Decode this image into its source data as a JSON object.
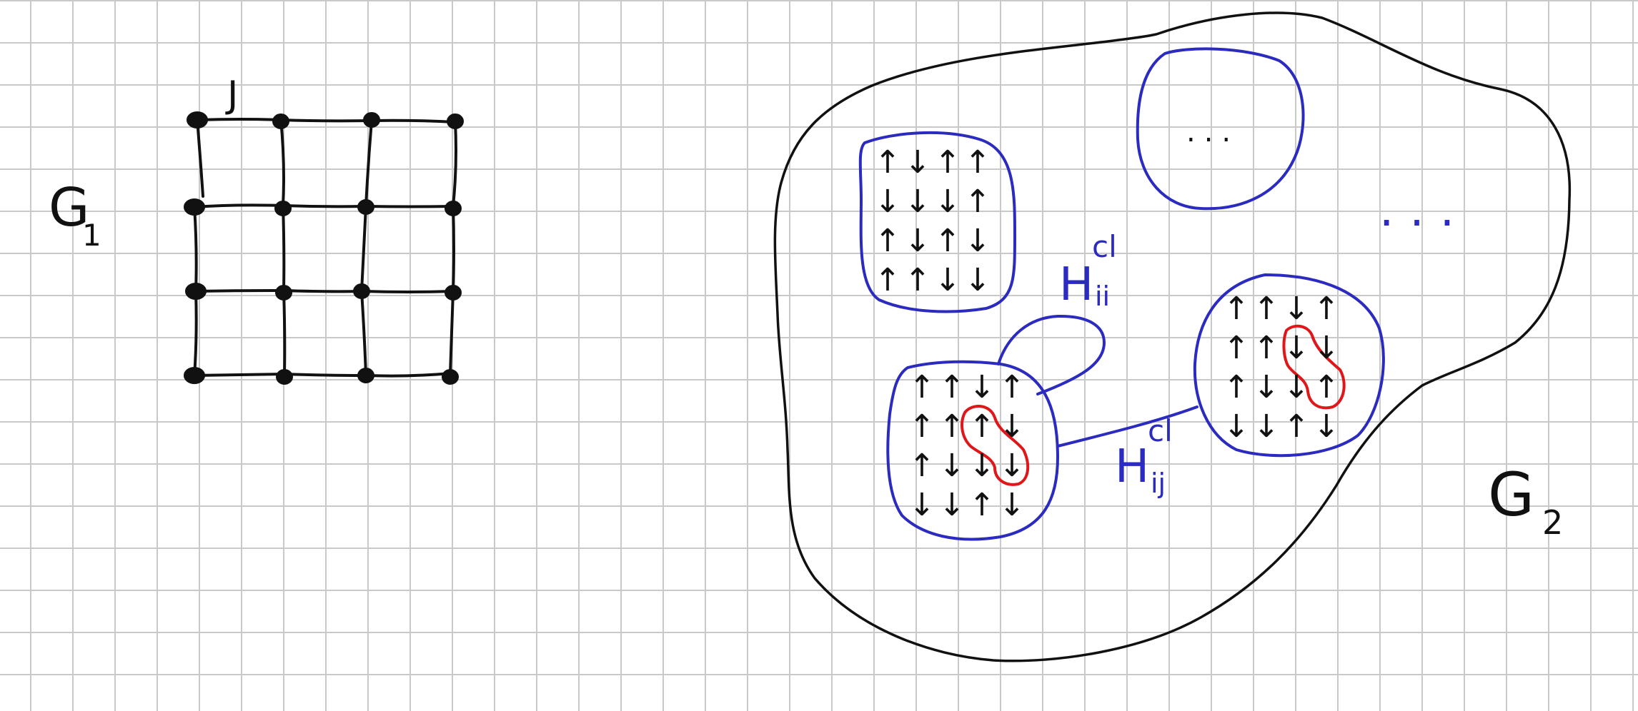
{
  "colors": {
    "ink": "#111111",
    "blue": "#2b2bbf",
    "red": "#e0171a",
    "grid": "#c9c9c9"
  },
  "graph1": {
    "label": "G",
    "label_sub": "1",
    "coupling_label": "J",
    "rows": 4,
    "cols": 4
  },
  "graph2": {
    "label": "G",
    "label_sub": "2",
    "ellipsis_blob": "...",
    "ellipsis_outside": "...",
    "self_edge_label": "H",
    "self_edge_sup": "cl",
    "self_edge_sub": "ii",
    "link_label": "H",
    "link_sup": "cl",
    "link_sub": "ij",
    "spin_blocks": [
      {
        "name": "top-left",
        "spins": [
          [
            "↑",
            "↓",
            "↑",
            "↑"
          ],
          [
            "↓",
            "↓",
            "↓",
            "↑"
          ],
          [
            "↑",
            "↓",
            "↑",
            "↓"
          ],
          [
            "↑",
            "↑",
            "↓",
            "↓"
          ]
        ]
      },
      {
        "name": "bottom-left",
        "spins": [
          [
            "↑",
            "↑",
            "↓",
            "↑"
          ],
          [
            "↑",
            "↑",
            "↑",
            "↓"
          ],
          [
            "↑",
            "↓",
            "↓",
            "↓"
          ],
          [
            "↓",
            "↓",
            "↑",
            "↓"
          ]
        ]
      },
      {
        "name": "right",
        "spins": [
          [
            "↑",
            "↑",
            "↓",
            "↑"
          ],
          [
            "↑",
            "↑",
            "↓",
            "↓"
          ],
          [
            "↑",
            "↓",
            "↓",
            "↑"
          ],
          [
            "↓",
            "↓",
            "↑",
            "↓"
          ]
        ]
      }
    ]
  }
}
